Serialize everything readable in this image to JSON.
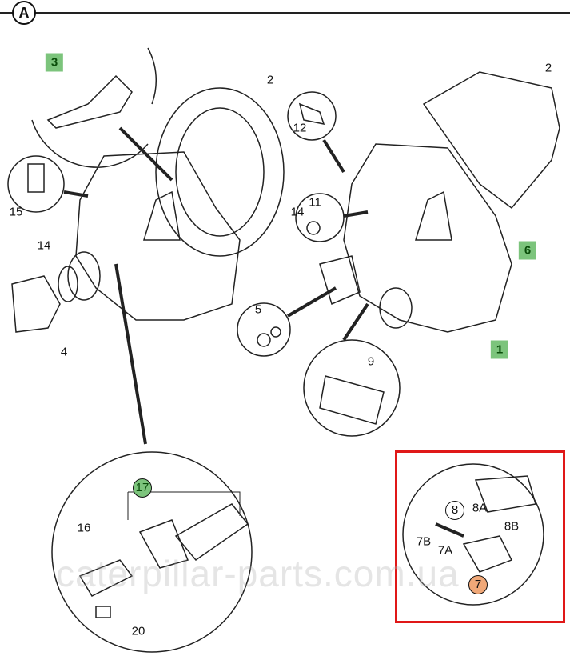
{
  "section": "A",
  "labels": {
    "l3": "3",
    "l2a": "2",
    "l2b": "2",
    "l12": "12",
    "l15": "15",
    "l14a": "14",
    "l11": "11",
    "l14b": "14",
    "l6": "6",
    "l1": "1",
    "l5": "5",
    "l4": "4",
    "l9": "9",
    "l17": "17",
    "l16": "16",
    "l20": "20",
    "l8": "8",
    "l8A": "8A",
    "l8B": "8B",
    "l7B": "7B",
    "l7A": "7A",
    "l7": "7"
  },
  "watermark": "caterpillar-parts.com.ua",
  "colors": {
    "highlight_green": "#7cc47c",
    "highlight_orange": "#f0a878",
    "selection_red": "#e01818"
  }
}
